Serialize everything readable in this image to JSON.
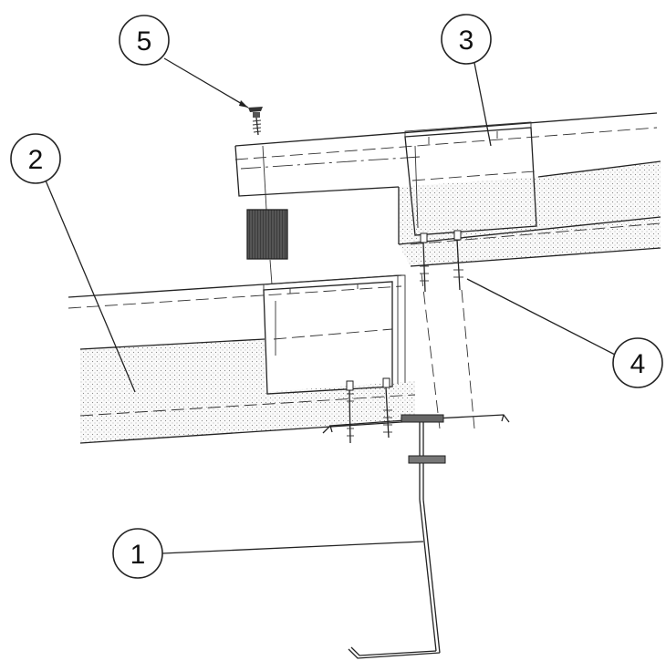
{
  "callouts": [
    {
      "id": "c1",
      "label": "1"
    },
    {
      "id": "c2",
      "label": "2"
    },
    {
      "id": "c3",
      "label": "3"
    },
    {
      "id": "c4",
      "label": "4"
    },
    {
      "id": "c5",
      "label": "5"
    }
  ],
  "colors": {
    "line": "#222222",
    "insulation_dots": "#888888",
    "spacer_block": "#444444",
    "background": "#ffffff"
  }
}
